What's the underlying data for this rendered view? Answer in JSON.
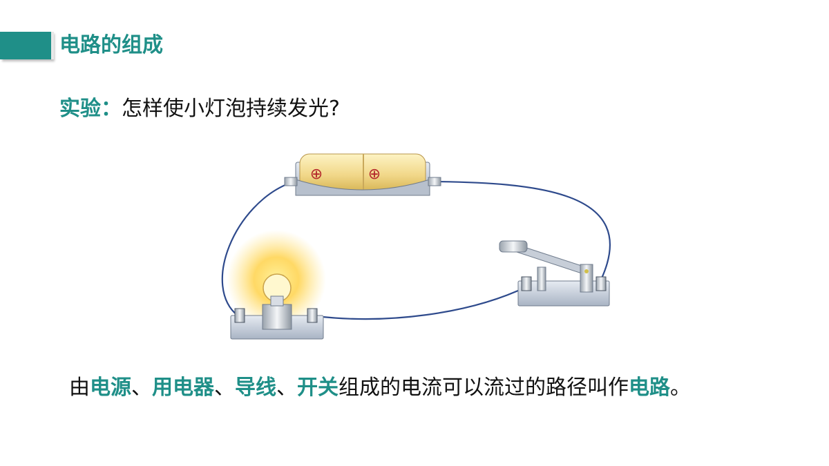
{
  "slide": {
    "title": "电路的组成",
    "question": {
      "label": "实验：",
      "text": "怎样使小灯泡持续发光?"
    },
    "definition": {
      "p1": "由",
      "k1": "电源",
      "s1": "、",
      "k2": "用电器",
      "s2": "、",
      "k3": "导线",
      "s3": "、",
      "k4": "开关",
      "mid": "组成的电流可以流过的路径叫作",
      "k5": "电路",
      "end": "。"
    }
  },
  "colors": {
    "accent": "#1f8f88",
    "wire": "#2e4a8c",
    "battery": "#f3dc95",
    "glow": "#ffd24a",
    "base": "#c9d2df"
  },
  "figure": {
    "battery_terminal_1": "⊕",
    "battery_terminal_2": "⊕"
  }
}
